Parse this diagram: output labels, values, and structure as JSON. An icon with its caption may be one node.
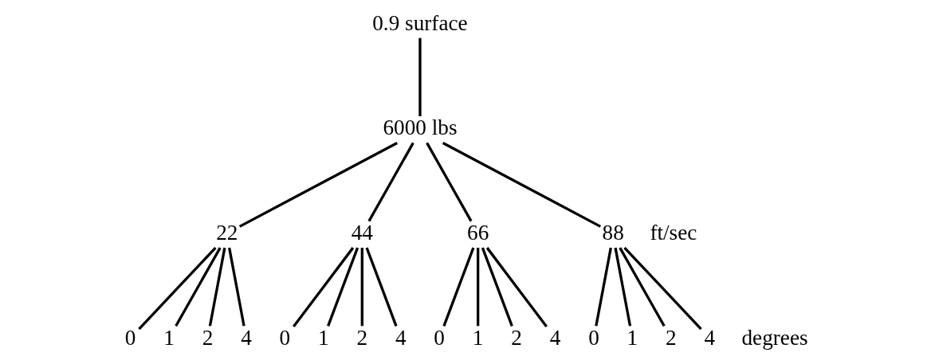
{
  "diagram": {
    "nodes": [
      {
        "text": [
          "0.9 surface"
        ]
      },
      {
        "text": [
          "6000 lbs"
        ]
      },
      {
        "text": [
          "22"
        ]
      },
      {
        "text": [
          "44"
        ]
      },
      {
        "text": [
          "66"
        ]
      },
      {
        "text": [
          "88"
        ]
      },
      {
        "text": [
          "0"
        ]
      },
      {
        "text": [
          "1"
        ]
      },
      {
        "text": [
          "2"
        ]
      },
      {
        "text": [
          "4"
        ]
      },
      {
        "text": [
          "0"
        ]
      },
      {
        "text": [
          "1"
        ]
      },
      {
        "text": [
          "2"
        ]
      },
      {
        "text": [
          "4"
        ]
      },
      {
        "text": [
          "0"
        ]
      },
      {
        "text": [
          "1"
        ]
      },
      {
        "text": [
          "2"
        ]
      },
      {
        "text": [
          "4"
        ]
      },
      {
        "text": [
          "0"
        ]
      },
      {
        "text": [
          "1"
        ]
      },
      {
        "text": [
          "2"
        ]
      },
      {
        "text": [
          "4"
        ]
      }
    ],
    "edges": [
      {
        "from": 0,
        "to": 1,
        "arrow": "none"
      },
      {
        "from": 1,
        "to": 2,
        "arrow": "none"
      },
      {
        "from": 1,
        "to": 3,
        "arrow": "none"
      },
      {
        "from": 1,
        "to": 4,
        "arrow": "none"
      },
      {
        "from": 1,
        "to": 5,
        "arrow": "none"
      },
      {
        "from": 2,
        "to": 6,
        "arrow": "none"
      },
      {
        "from": 2,
        "to": 7,
        "arrow": "none"
      },
      {
        "from": 2,
        "to": 8,
        "arrow": "none"
      },
      {
        "from": 2,
        "to": 9,
        "arrow": "none"
      },
      {
        "from": 3,
        "to": 10,
        "arrow": "none"
      },
      {
        "from": 3,
        "to": 11,
        "arrow": "none"
      },
      {
        "from": 3,
        "to": 12,
        "arrow": "none"
      },
      {
        "from": 3,
        "to": 13,
        "arrow": "none"
      },
      {
        "from": 4,
        "to": 14,
        "arrow": "none"
      },
      {
        "from": 4,
        "to": 15,
        "arrow": "none"
      },
      {
        "from": 4,
        "to": 16,
        "arrow": "none"
      },
      {
        "from": 4,
        "to": 17,
        "arrow": "none"
      },
      {
        "from": 5,
        "to": 18,
        "arrow": "none"
      },
      {
        "from": 5,
        "to": 19,
        "arrow": "none"
      },
      {
        "from": 5,
        "to": 20,
        "arrow": "none"
      },
      {
        "from": 5,
        "to": 21,
        "arrow": "none"
      }
    ],
    "labels": [
      "ft/sec",
      "degrees"
    ]
  }
}
